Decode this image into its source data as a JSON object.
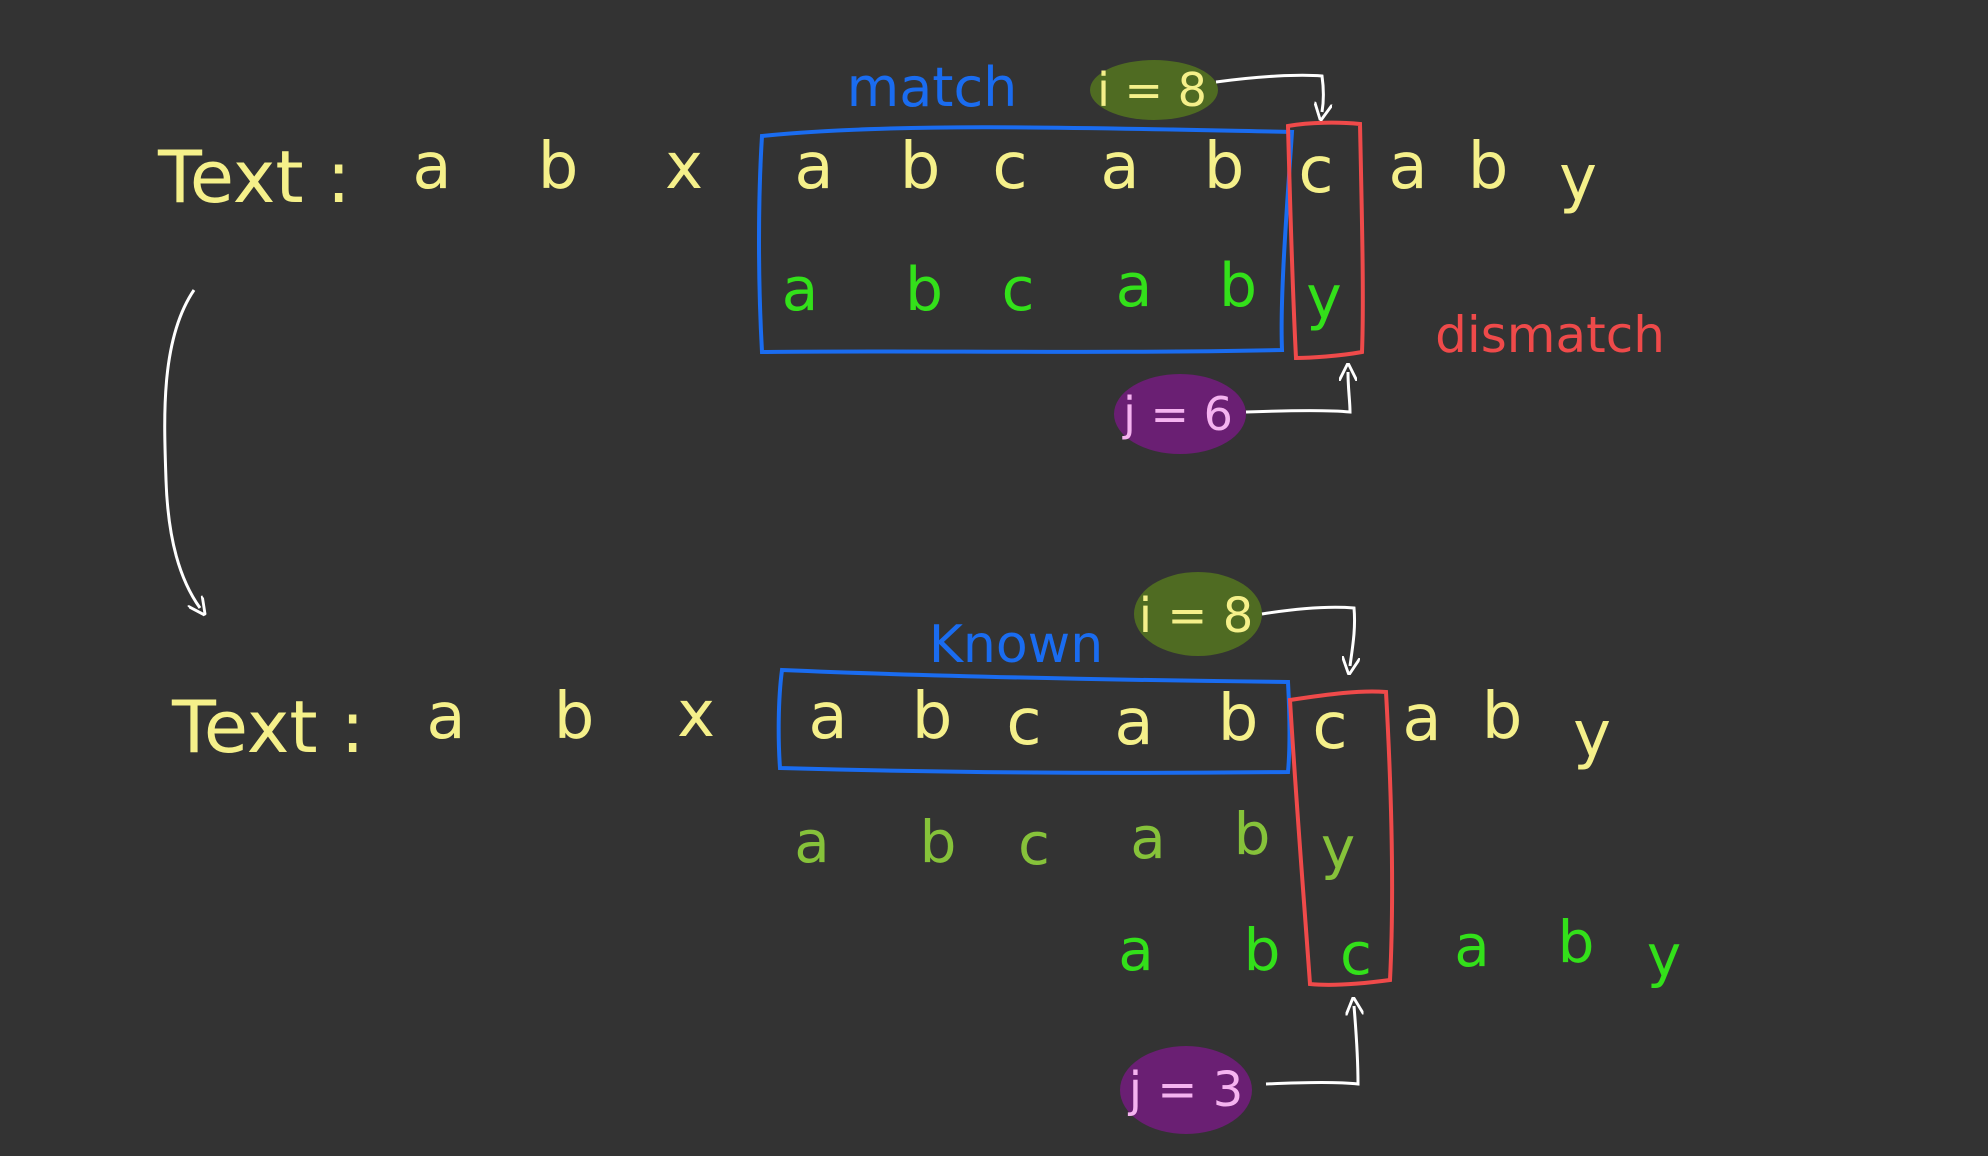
{
  "colors": {
    "background": "#333333",
    "text_yellow": "#f5f08a",
    "pattern_bright_green": "#33e01a",
    "pattern_dim_green": "#86c23a",
    "match_blue": "#1a6cf0",
    "mismatch_red": "#ef4a4a",
    "i_badge": "#4f6b22",
    "j_badge": "#6a1f73",
    "arrow_white": "#ffffff",
    "j_text": "#f5b3f0"
  },
  "step1": {
    "text_label": "Text :",
    "text_chars": [
      "a",
      "b",
      "x",
      "a",
      "b",
      "c",
      "a",
      "b",
      "c",
      "a",
      "b",
      "y"
    ],
    "pattern_chars": [
      "a",
      "b",
      "c",
      "a",
      "b",
      "y"
    ],
    "match_label": "match",
    "mismatch_label": "dismatch",
    "i_label": "i = 8",
    "j_label": "j = 6"
  },
  "step2": {
    "text_label": "Text :",
    "text_chars": [
      "a",
      "b",
      "x",
      "a",
      "b",
      "c",
      "a",
      "b",
      "c",
      "a",
      "b",
      "y"
    ],
    "old_pattern_chars": [
      "a",
      "b",
      "c",
      "a",
      "b",
      "y"
    ],
    "new_pattern_chars": [
      "a",
      "b",
      "c",
      "a",
      "b",
      "y"
    ],
    "known_label": "Known",
    "i_label": "i = 8",
    "j_label": "j = 3"
  }
}
